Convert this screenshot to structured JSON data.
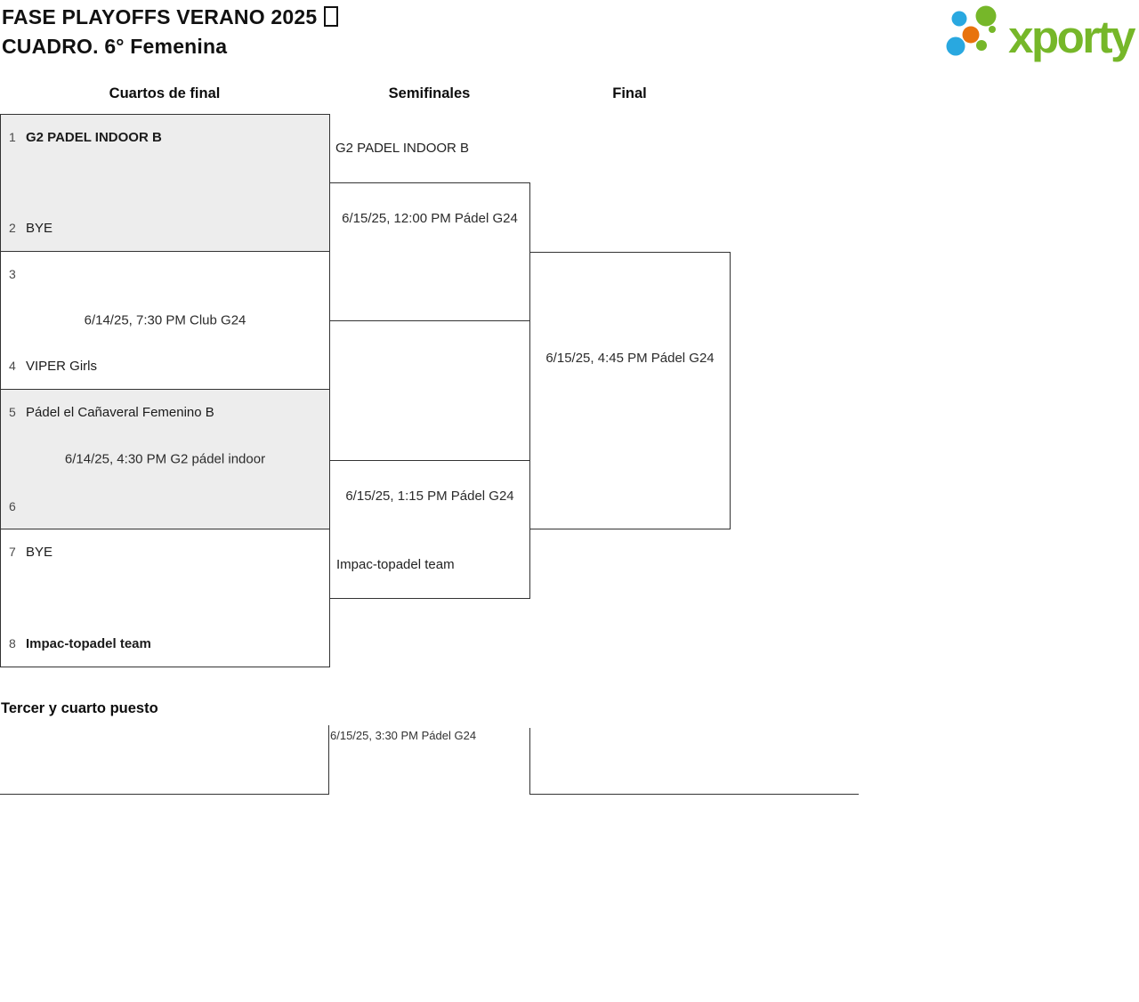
{
  "header": {
    "title_line1": "FASE PLAYOFFS VERANO 2025",
    "title_emoji_placeholder": "☐",
    "title_line2": "CUADRO. 6° Femenina",
    "logo_text": "xporty"
  },
  "round_headers": {
    "quarterfinals": "Cuartos de final",
    "semifinals": "Semifinales",
    "final": "Final"
  },
  "quarterfinals": [
    {
      "top_seed": "1",
      "top_name": "G2 PADEL INDOOR B",
      "top_winner": true,
      "bottom_seed": "2",
      "bottom_name": "BYE",
      "bottom_winner": false,
      "match_info": ""
    },
    {
      "top_seed": "3",
      "top_name": "",
      "top_winner": false,
      "bottom_seed": "4",
      "bottom_name": "VIPER Girls",
      "bottom_winner": false,
      "match_info": "6/14/25, 7:30 PM Club G24"
    },
    {
      "top_seed": "5",
      "top_name": "Pádel el Cañaveral Femenino B",
      "top_winner": false,
      "bottom_seed": "6",
      "bottom_name": "",
      "bottom_winner": false,
      "match_info": "6/14/25, 4:30 PM G2 pádel indoor"
    },
    {
      "top_seed": "7",
      "top_name": "BYE",
      "top_winner": false,
      "bottom_seed": "8",
      "bottom_name": "Impac-topadel team",
      "bottom_winner": true,
      "match_info": ""
    }
  ],
  "semifinals": [
    {
      "top_participant": "G2 PADEL INDOOR B",
      "bottom_participant": "",
      "match_info": "6/15/25, 12:00 PM Pádel G24"
    },
    {
      "top_participant": "",
      "bottom_participant": "Impac-topadel team",
      "match_info": "6/15/25, 1:15 PM Pádel G24"
    }
  ],
  "final": {
    "match_info": "6/15/25, 4:45 PM Pádel G24"
  },
  "third_place": {
    "heading": "Tercer y cuarto puesto",
    "match_info": "6/15/25, 3:30 PM Pádel G24"
  },
  "colors": {
    "brand_green": "#76b729",
    "brand_blue": "#29a8e0",
    "brand_orange": "#e8730d",
    "box_fill_gray": "#ededed",
    "bracket_line": "#333333"
  }
}
